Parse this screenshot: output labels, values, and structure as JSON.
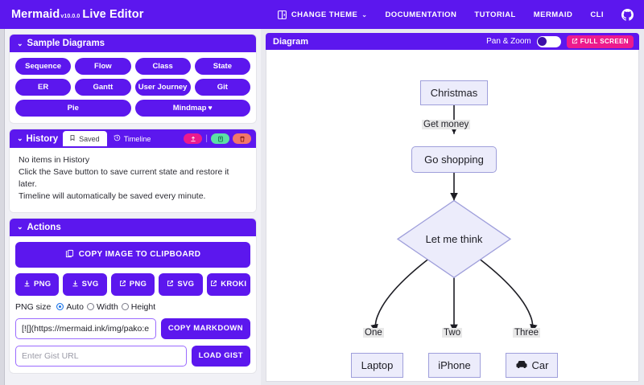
{
  "navbar": {
    "brand_name": "Mermaid",
    "brand_version": "v10.0.0",
    "brand_suffix": "Live Editor",
    "items": [
      {
        "label": "CHANGE THEME",
        "icon": "theme-book-icon",
        "caret": "⌄"
      },
      {
        "label": "DOCUMENTATION"
      },
      {
        "label": "TUTORIAL"
      },
      {
        "label": "MERMAID"
      },
      {
        "label": "CLI"
      },
      {
        "label": "",
        "icon": "github-icon"
      }
    ]
  },
  "sidebar": {
    "sample_diagrams": {
      "title": "Sample Diagrams",
      "chevron": "⌄",
      "buttons": [
        "Sequence",
        "Flow",
        "Class",
        "State",
        "ER",
        "Gantt",
        "User Journey",
        "Git"
      ],
      "wide_buttons": [
        {
          "label": "Pie"
        },
        {
          "label": "Mindmap",
          "badge": "♥"
        }
      ]
    },
    "history": {
      "title": "History",
      "chevron": "⌄",
      "tabs": [
        {
          "label": "Saved",
          "icon": "bookmark-icon",
          "active": true
        },
        {
          "label": "Timeline",
          "icon": "history-clock-icon",
          "active": false
        }
      ],
      "actions": [
        {
          "name": "save-history-button",
          "icon": "save-icon",
          "color": "#ec1a8d"
        },
        {
          "name": "copy-history-button",
          "icon": "copy-icon",
          "color": "#5ce0a4"
        },
        {
          "name": "delete-history-button",
          "icon": "trash-icon",
          "color": "#f2766a"
        }
      ],
      "empty_lines": [
        "No items in History",
        "Click the Save button to save current state and restore it later.",
        "Timeline will automatically be saved every minute."
      ]
    },
    "actions": {
      "title": "Actions",
      "chevron": "⌄",
      "copy_image_label": "COPY IMAGE TO CLIPBOARD",
      "copy_image_icon": "clipboard-icon",
      "export_buttons": [
        {
          "label": "PNG",
          "icon": "download-icon"
        },
        {
          "label": "SVG",
          "icon": "download-icon"
        },
        {
          "label": "PNG",
          "icon": "external-link-icon"
        },
        {
          "label": "SVG",
          "icon": "external-link-icon"
        },
        {
          "label": "KROKI",
          "icon": "external-link-icon"
        }
      ],
      "png_size": {
        "label": "PNG size",
        "options": [
          {
            "label": "Auto",
            "selected": true
          },
          {
            "label": "Width",
            "selected": false
          },
          {
            "label": "Height",
            "selected": false
          }
        ]
      },
      "markdown_value": "[![](https://mermaid.ink/img/pako:eNpVj",
      "copy_markdown_label": "COPY MARKDOWN",
      "gist_placeholder": "Enter Gist URL",
      "gist_value": "",
      "load_gist_label": "LOAD GIST"
    }
  },
  "diagram_panel": {
    "title": "Diagram",
    "pan_zoom_label": "Pan & Zoom",
    "pan_zoom_on": false,
    "full_screen_label": "FULL SCREEN",
    "full_screen_icon": "external-link-icon"
  },
  "chart_data": {
    "type": "diagram",
    "diagram_type": "flowchart",
    "direction": "TD",
    "nodes": [
      {
        "id": "A",
        "label": "Christmas",
        "shape": "rect"
      },
      {
        "id": "B",
        "label": "Go shopping",
        "shape": "rounded"
      },
      {
        "id": "C",
        "label": "Let me think",
        "shape": "diamond"
      },
      {
        "id": "D",
        "label": "Laptop",
        "shape": "rect"
      },
      {
        "id": "E",
        "label": "iPhone",
        "shape": "rect"
      },
      {
        "id": "F",
        "label": "Car",
        "shape": "rect",
        "icon": "car-icon"
      }
    ],
    "edges": [
      {
        "from": "A",
        "to": "B",
        "label": "Get money"
      },
      {
        "from": "B",
        "to": "C",
        "label": ""
      },
      {
        "from": "C",
        "to": "D",
        "label": "One"
      },
      {
        "from": "C",
        "to": "E",
        "label": "Two"
      },
      {
        "from": "C",
        "to": "F",
        "label": "Three"
      }
    ]
  },
  "colors": {
    "brand_purple": "#5c17ee",
    "accent_pink": "#ec1a8d",
    "node_fill": "#ececfb",
    "node_stroke": "#9f9fdb",
    "edge_label_bg": "#e8e8e8"
  }
}
